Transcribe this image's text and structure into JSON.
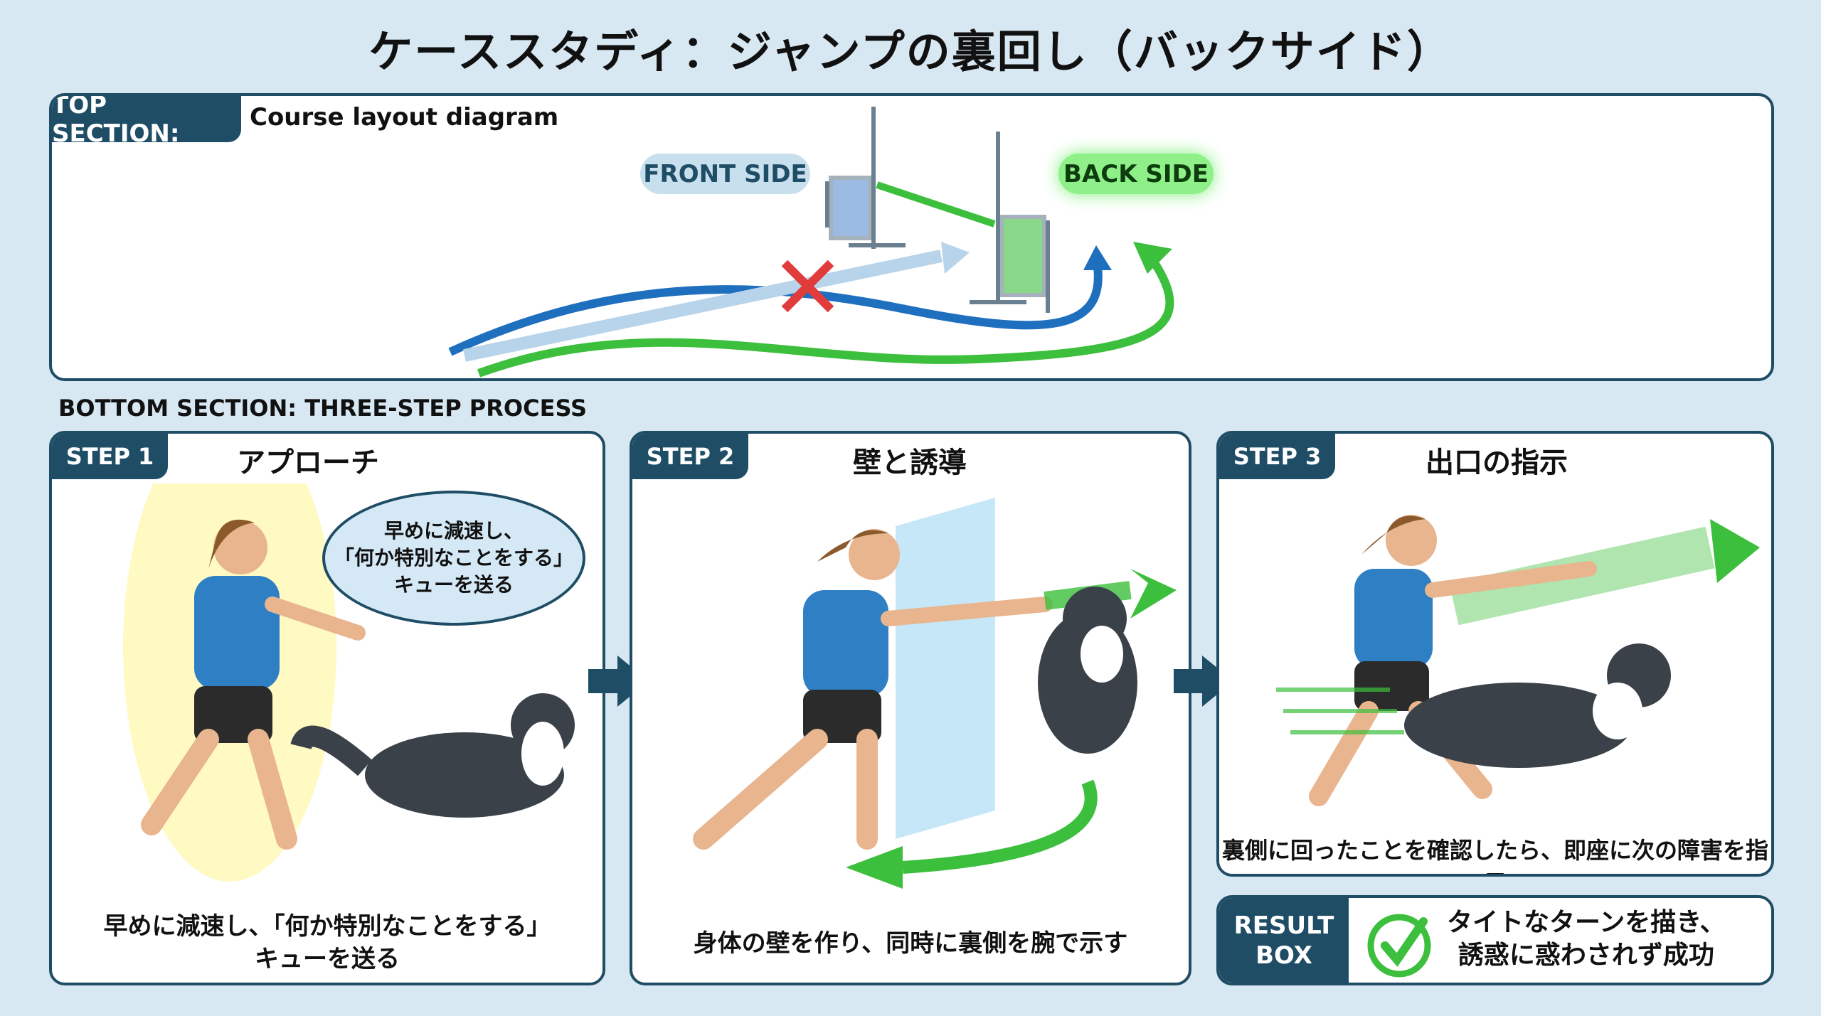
{
  "title": "ケーススタディ：ジャンプの裏回し（バックサイド）",
  "top_section": {
    "label": "TOP SECTION:",
    "description": "Course layout diagram",
    "front_side": "FRONT SIDE",
    "back_side": "BACK SIDE"
  },
  "bottom_section_label": "BOTTOM SECTION: THREE-STEP PROCESS",
  "steps": [
    {
      "tab": "STEP 1",
      "title": "アプローチ",
      "bubble": [
        "早めに減速し、",
        "「何か特別なことをする」",
        "キューを送る"
      ],
      "caption": [
        "早めに減速し、「何か特別なことをする」",
        "キューを送る"
      ]
    },
    {
      "tab": "STEP 2",
      "title": "壁と誘導",
      "caption": [
        "身体の壁を作り、同時に裏側を腕で示す"
      ]
    },
    {
      "tab": "STEP 3",
      "title": "出口の指示",
      "caption": [
        "裏側に回ったことを確認したら、即座に次の障害を指示"
      ]
    }
  ],
  "result": {
    "label_line1": "RESULT",
    "label_line2": "BOX",
    "text": [
      "タイトなターンを描き、",
      "誘惑に惑わされず成功"
    ]
  },
  "colors": {
    "navy": "#1f4d66",
    "green": "#3cbf3c",
    "blue": "#1f6fbf",
    "red": "#e03c3c"
  }
}
